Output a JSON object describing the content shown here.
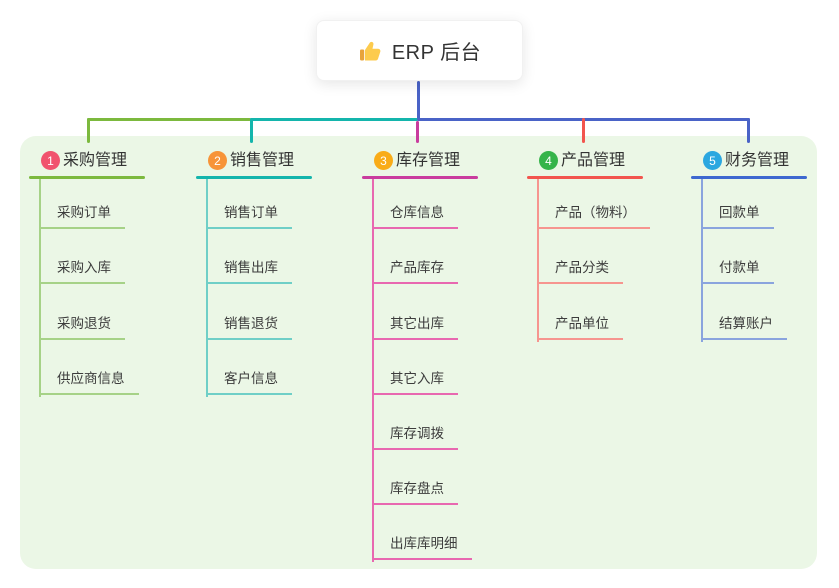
{
  "root": {
    "label": "ERP 后台",
    "icon": "thumbs-up-icon"
  },
  "colors": {
    "panel_bg": "#EBF7E6",
    "root_connector": "#4A63C7"
  },
  "branches": [
    {
      "badge": "1",
      "label": "采购管理",
      "main_color": "#7CB93E",
      "light_color": "#A6D287",
      "badge_color": "#F1536E",
      "children": [
        "采购订单",
        "采购入库",
        "采购退货",
        "供应商信息"
      ]
    },
    {
      "badge": "2",
      "label": "销售管理",
      "main_color": "#14B5AC",
      "light_color": "#6FCFC7",
      "badge_color": "#F79438",
      "children": [
        "销售订单",
        "销售出库",
        "销售退货",
        "客户信息"
      ]
    },
    {
      "badge": "3",
      "label": "库存管理",
      "main_color": "#C93C9E",
      "light_color": "#E868B0",
      "badge_color": "#F9AC18",
      "children": [
        "仓库信息",
        "产品库存",
        "其它出库",
        "其它入库",
        "库存调拨",
        "库存盘点",
        "出库库明细"
      ]
    },
    {
      "badge": "4",
      "label": "产品管理",
      "main_color": "#F2554E",
      "light_color": "#F6958F",
      "badge_color": "#35B44A",
      "children": [
        "产品（物料）",
        "产品分类",
        "产品单位"
      ]
    },
    {
      "badge": "5",
      "label": "财务管理",
      "main_color": "#3E68D0",
      "light_color": "#8AA4DE",
      "badge_color": "#2BA7E0",
      "children": [
        "回款单",
        "付款单",
        "结算账户"
      ]
    }
  ]
}
